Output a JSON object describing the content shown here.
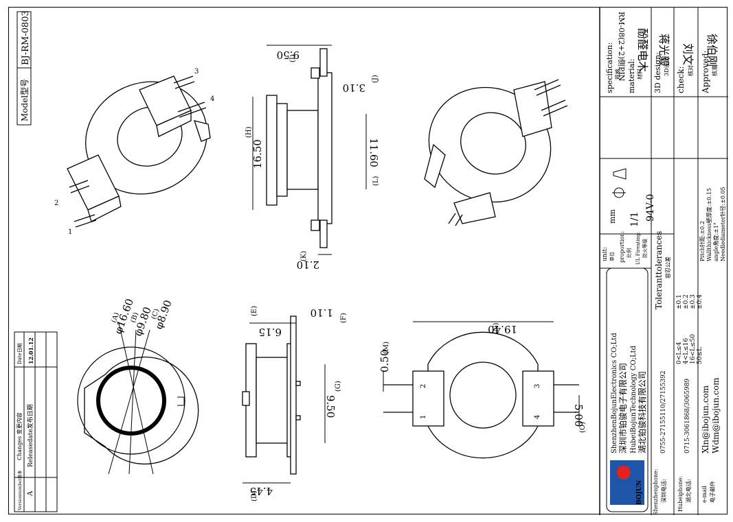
{
  "model": {
    "label": "Model型号",
    "value": "BJ-RM-0803"
  },
  "changes_table": {
    "col_version": "Versionnumber版本",
    "col_content": "Changes 变更内容",
    "col_date": "Date日期",
    "row_version": "A",
    "row_content": "Releasedate发布日期",
    "row_date": "12.01.12"
  },
  "title_block": {
    "spec_label": "specification:",
    "spec_cn": "规格",
    "spec_value": "RM-08(2+2)侧PIN",
    "material_label": "material:",
    "material_cn": "材料",
    "material_value": "酚醛电木",
    "design_label": "3D design:",
    "design_cn": "3D设计",
    "design_value": "蒋光毅",
    "check_label": "check:",
    "check_cn": "核对",
    "check_value": "刘文",
    "approved_label": "Approved:",
    "approved_cn": "核准",
    "approved_value": "徐伯刚",
    "unit_label": "unit:",
    "unit_cn": "单位",
    "unit_value": "mm",
    "proportion_label": "proportion:",
    "proportion_cn": "比例",
    "proportion_value": "1/1",
    "ul_label": "UL Fireating:",
    "ul_cn": "防火等级",
    "ul_value": "94V-0",
    "tol_title": "Toleranttolerances",
    "tol_cn": "容忍公差",
    "tol_ranges": [
      "0<L≤4",
      "4<L≤16",
      "16<L≤50",
      "50≤L"
    ],
    "tol_values": [
      "±0.1",
      "±0.2",
      "±0.3",
      "±0.4"
    ],
    "tol_notes": [
      "Pitch针距:±0.2",
      "Wallthickness壁厚度:±0.15",
      "angle角度:±1°",
      "Needlediameter针径:±0.05"
    ]
  },
  "company": {
    "line1": "ShenzhenBojunElectronics CO;Ltd",
    "line2": "深圳市铂骏电子有限公司",
    "line3": "HubeiBojunTechnology CO;Ltd",
    "line4": "湖北铂骏科技有限公司",
    "logo_text": "BOJUN",
    "sz_phone_label": "Shenzhenphone:",
    "sz_phone_cn": "深圳电话:",
    "sz_phone": "0755-27155110/27155392",
    "hb_phone_label": "Hubeiphone:",
    "hb_phone_cn": "湖北电话:",
    "hb_phone": "0715-3061868/3065989",
    "email_label": "e-mail",
    "email_cn": "电子邮件",
    "email1": "Xln@ibojun.com",
    "email2": "Wdm@ibojun.com"
  },
  "dims": {
    "A": "(A)",
    "A_val": "φ16.60",
    "B": "(B)",
    "B_val": "φ9.80",
    "C": "(C)",
    "C_val": "φ8.90",
    "D": "(D)",
    "D_val": "4.45",
    "E": "(E)",
    "E_val": "6.15",
    "F": "(F)",
    "F_val": "1.10",
    "G": "(G)",
    "G_val": "9.50",
    "H": "(H)",
    "H_val": "16.50",
    "I": "(I)",
    "I_val": "9.50",
    "J": "(J)",
    "J_val": "3.10",
    "K": "(K)",
    "K_val": "2.10",
    "L": "(L)",
    "L_val": "11.60",
    "M": "(M)",
    "M_val": "0.50",
    "N": "(N)",
    "N_val": "19.40",
    "O": "(O)",
    "O_val": "5.00"
  },
  "pins": [
    "1",
    "2",
    "3",
    "4"
  ]
}
